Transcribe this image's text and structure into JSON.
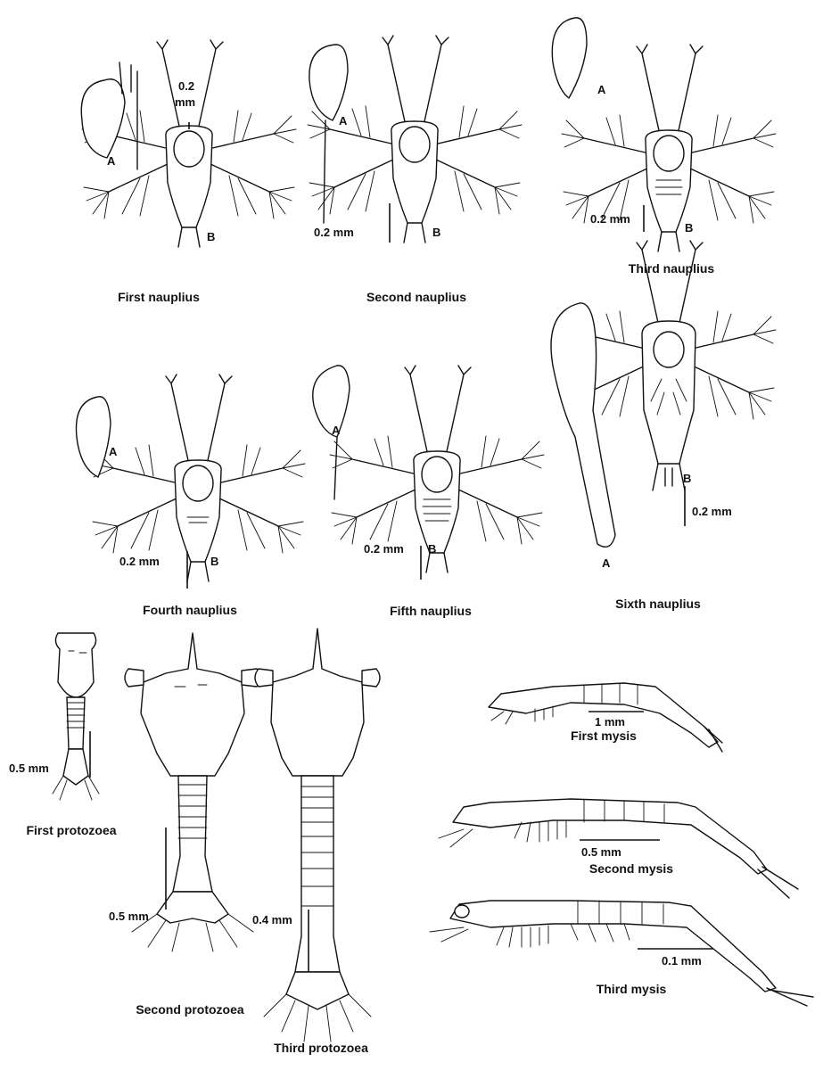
{
  "marks": {
    "a": "A",
    "b": "B"
  },
  "panels": [
    {
      "caption": "First nauplius",
      "scale": "0.2",
      "scale_unit": "mm"
    },
    {
      "caption": "Second nauplius",
      "scale": "0.2 mm"
    },
    {
      "caption": "Third nauplius",
      "scale": "0.2 mm"
    },
    {
      "caption": "Fourth nauplius",
      "scale": "0.2 mm"
    },
    {
      "caption": "Fifth nauplius",
      "scale": "0.2 mm"
    },
    {
      "caption": "Sixth nauplius",
      "scale": "0.2 mm"
    },
    {
      "caption": "First protozoea",
      "scale": "0.5 mm"
    },
    {
      "caption": "Second protozoea",
      "scale": "0.5 mm"
    },
    {
      "caption": "Third protozoea",
      "scale": "0.4 mm"
    },
    {
      "caption": "First mysis",
      "scale": "1 mm"
    },
    {
      "caption": "Second mysis",
      "scale": "0.5 mm"
    },
    {
      "caption": "Third mysis",
      "scale": "0.1 mm"
    }
  ]
}
